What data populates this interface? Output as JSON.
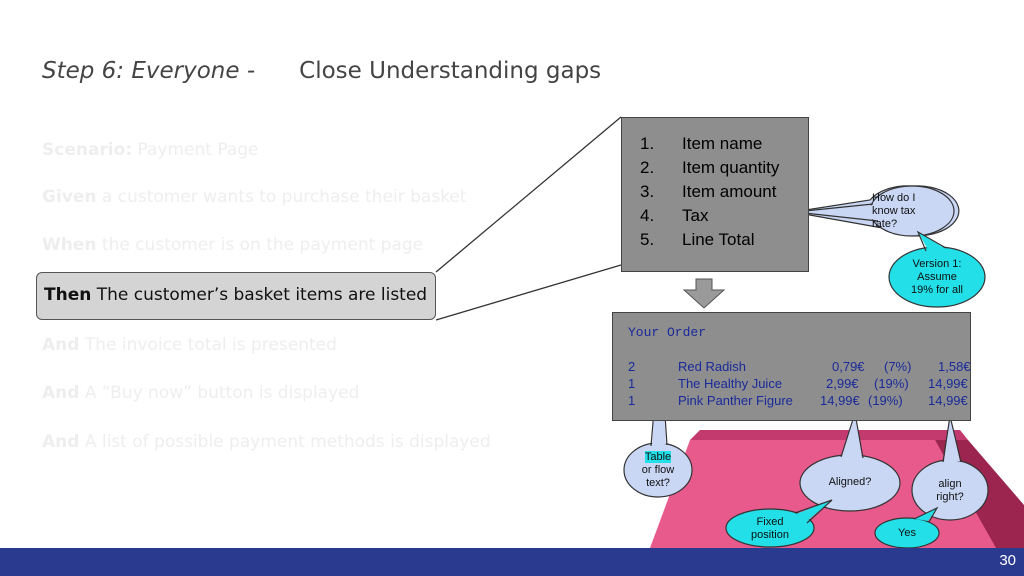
{
  "title": {
    "italic": "Step 6: Everyone -",
    "main": "Close Understanding gaps"
  },
  "scenario": [
    {
      "keyword": "Scenario:",
      "text": " Payment Page"
    },
    {
      "keyword": "Given",
      "text": " a customer wants to purchase their basket"
    },
    {
      "keyword": "When",
      "text": " the customer is on the payment page"
    },
    {
      "keyword": "Then",
      "text": " The customer’s basket items are listed"
    },
    {
      "keyword": "And",
      "text": " The invoice total is presented"
    },
    {
      "keyword": "And",
      "text": " A “Buy now” button is displayed"
    },
    {
      "keyword": "And",
      "text": " A list of possible payment methods is displayed"
    }
  ],
  "item_list": [
    {
      "num": "1.",
      "label": "Item name"
    },
    {
      "num": "2.",
      "label": "Item quantity"
    },
    {
      "num": "3.",
      "label": "Item amount"
    },
    {
      "num": "4.",
      "label": "Tax"
    },
    {
      "num": "5.",
      "label": "Line Total"
    }
  ],
  "order": {
    "title": "Your Order",
    "rows": [
      {
        "qty": "2",
        "name": "Red Radish",
        "price": "0,79€",
        "tax": "(7%)",
        "total": "1,58€"
      },
      {
        "qty": "1",
        "name": "The Healthy Juice",
        "price": "2,99€",
        "tax": "(19%)",
        "total": "14,99€"
      },
      {
        "qty": "1",
        "name": "Pink Panther Figure",
        "price": "14,99€",
        "tax": "(19%)",
        "total": "14,99€"
      }
    ]
  },
  "callouts": {
    "tax_rate": [
      "How do I",
      "know tax",
      "rate?"
    ],
    "version": [
      "Version 1:",
      "Assume",
      "19% for all"
    ],
    "table": [
      "Table",
      "or flow",
      "text?"
    ],
    "aligned": "Aligned?",
    "align_right": [
      "align",
      "right?"
    ],
    "fixed": [
      "Fixed",
      "position"
    ],
    "yes": "Yes"
  },
  "page_number": "30",
  "colors": {
    "footer": "#2a3a8f",
    "order_text": "#1a2a9a",
    "bubble_blue": "#c9d7f5",
    "answer_cyan": "#22dfe8",
    "pink_front": "#e85a8c",
    "pink_side": "#9c2550"
  }
}
